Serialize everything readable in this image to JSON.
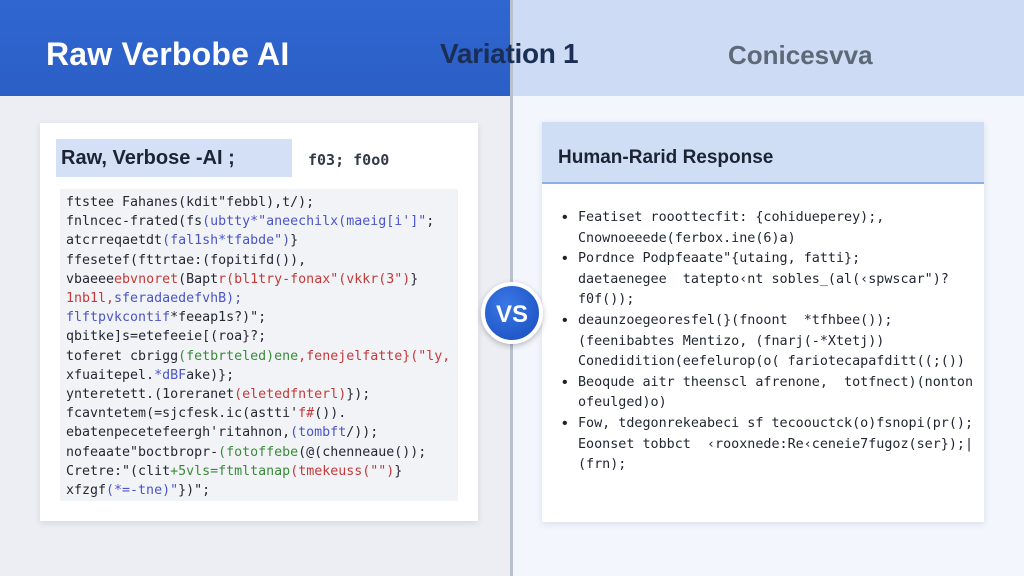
{
  "header": {
    "left_title": "Raw Verbobe AI",
    "mid_title": "Variation 1",
    "right_title": "Conicesvva"
  },
  "left_panel": {
    "title": "Raw, Verbose -AI ;",
    "title_tail": "f03; f0o0",
    "code_lines": [
      [
        {
          "t": "ftstee Fahanes(kdit\"febbl),t/);",
          "c": "#232833"
        }
      ],
      [
        {
          "t": "fnlncec-frated(fs",
          "c": "#232833"
        },
        {
          "t": "(ubtty*\"aneechilx(maeig[i']\"",
          "c": "#4a55c8"
        },
        {
          "t": ";",
          "c": "#232833"
        }
      ],
      [
        {
          "t": "atcrreqaetdt",
          "c": "#232833"
        },
        {
          "t": "(fal1sh*tfabde\")",
          "c": "#4a55c8"
        },
        {
          "t": "}",
          "c": "#232833"
        }
      ],
      [
        {
          "t": "ffesetef",
          "c": "#232833"
        },
        {
          "t": "(fttrtae:(fopitifd()),",
          "c": "#232833"
        }
      ],
      [
        {
          "t": "vbaeee",
          "c": "#232833"
        },
        {
          "t": "ebvnoret",
          "c": "#c43a3a"
        },
        {
          "t": "(Bapt",
          "c": "#232833"
        },
        {
          "t": "r(bl1try-fonax\"(vkkr(3\")",
          "c": "#c43a3a"
        },
        {
          "t": "}",
          "c": "#232833"
        }
      ],
      [
        {
          "t": "1nb1l,",
          "c": "#c43a3a"
        },
        {
          "t": "sferadaedefvhB);",
          "c": "#4a55c8"
        }
      ],
      [
        {
          "t": "flftpvkcontif",
          "c": "#4a55c8"
        },
        {
          "t": "*feeap1s?)\";",
          "c": "#232833"
        }
      ],
      [
        {
          "t": "qbitke]s=",
          "c": "#232833"
        },
        {
          "t": "etefeeie[(roa}?;",
          "c": "#232833"
        }
      ],
      [
        {
          "t": "toferet cbrigg",
          "c": "#232833"
        },
        {
          "t": "(fetbrteled)ene",
          "c": "#3a8a3a"
        },
        {
          "t": ",fenejelfatte}(\"ly,",
          "c": "#c43a3a"
        }
      ],
      [
        {
          "t": "xfuaitepel.",
          "c": "#232833"
        },
        {
          "t": "*dBF",
          "c": "#4a55c8"
        },
        {
          "t": "ake)}",
          "c": "#232833"
        },
        {
          "t": ";",
          "c": "#232833"
        }
      ],
      [
        {
          "t": "ynteretett.",
          "c": "#232833"
        },
        {
          "t": "(1oreranet",
          "c": "#232833"
        },
        {
          "t": "(eletedfnterl)",
          "c": "#c43a3a"
        },
        {
          "t": "});",
          "c": "#232833"
        }
      ],
      [
        {
          "t": "fcavntetem",
          "c": "#232833"
        },
        {
          "t": "(=sjcfesk.ic(astti'",
          "c": "#232833"
        },
        {
          "t": "f#",
          "c": "#c43a3a"
        },
        {
          "t": "()).",
          "c": "#232833"
        }
      ],
      [
        {
          "t": "ebatenpecetefeerg",
          "c": "#232833"
        },
        {
          "t": "h'ritahnon,",
          "c": "#232833"
        },
        {
          "t": "(tombft",
          "c": "#4a55c8"
        },
        {
          "t": "/));",
          "c": "#232833"
        }
      ],
      [
        {
          "t": "nofeaate\"boctbropr-",
          "c": "#232833"
        },
        {
          "t": "(fotoffebe",
          "c": "#3a8a3a"
        },
        {
          "t": "(@(chenneaue());",
          "c": "#232833"
        }
      ],
      [
        {
          "t": "Cretre:",
          "c": "#232833"
        },
        {
          "t": "\"(clit",
          "c": "#232833"
        },
        {
          "t": "+5vls=ftmltanap",
          "c": "#3a8a3a"
        },
        {
          "t": "(tmekeuss(\"\")",
          "c": "#c43a3a"
        },
        {
          "t": "}",
          "c": "#232833"
        }
      ],
      [
        {
          "t": "xfzgf",
          "c": "#232833"
        },
        {
          "t": "(*=-tne)\"",
          "c": "#4a55c8"
        },
        {
          "t": "})\";",
          "c": "#232833"
        }
      ]
    ]
  },
  "right_panel": {
    "title": "Human-Rarid Response",
    "bullets": [
      [
        "Featiset rooottecfit: {cohidueperey);,",
        "Cnownoeeede(ferbox.ine(6)a)"
      ],
      [
        "Pordnce Podpfeaate\"{utaing, fatti};",
        "daetaenegee  tatepto‹nt sobles_(al(‹spwscar\")?",
        "f0f());"
      ],
      [
        "deaunzoegeoresfel(}(fnoont  *tfhbee());",
        "(feenibabtes Mentizo, (fnarj(-*Xtetj))",
        "Conedidition(eefelurop(o( fariotecapafditt((;())"
      ],
      [
        "Beoqude aitr theenscl afrenone,  totfnect)(nontoner/",
        "ofeulged)o)"
      ],
      [
        "Fow, tdegonrekeabeci sf tecoouctck(o)fsnopi(pr();|",
        "Eoonset tobbct  ‹rooxnede:Re‹ceneie7fugoz(ser});|",
        "(frn);"
      ]
    ]
  },
  "vs_label": "VS",
  "colors": {
    "header_left": "#2f66d0",
    "header_right": "#cddcf4",
    "accent_blue": "#2259c9",
    "code_red": "#c43a3a",
    "code_blue": "#4a55c8",
    "code_green": "#3a8a3a"
  }
}
